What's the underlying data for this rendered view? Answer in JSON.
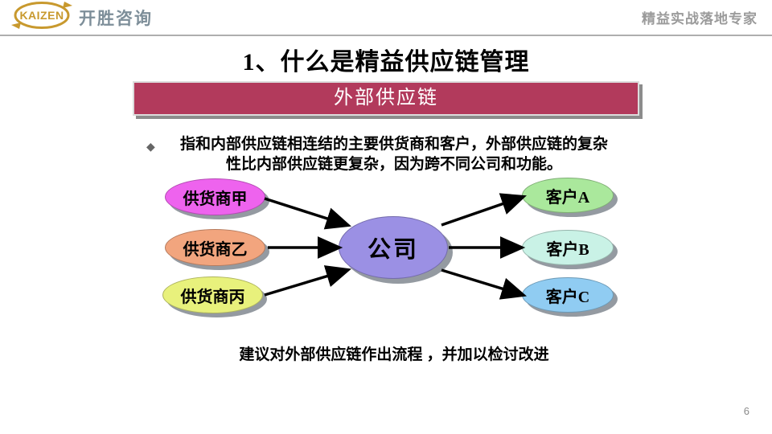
{
  "header": {
    "logo_text": "KAIZEN",
    "company_name": "开胜咨询",
    "tagline": "精益实战落地专家"
  },
  "slide": {
    "title": "1、什么是精益供应链管理",
    "banner": "外部供应链",
    "bullet": {
      "marker": "◆",
      "line1": "指和内部供应链相连结的主要供货商和客户，外部供应链的复杂",
      "line2": "性比内部供应链更复杂，因为跨不同公司和功能。"
    },
    "footer_note": "建议对外部供应链作出流程 ，并加以检讨改进",
    "page_number": "6"
  },
  "diagram": {
    "suppliers": [
      {
        "label": "供货商甲",
        "color": "#ee63ee"
      },
      {
        "label": "供货商乙",
        "color": "#f2a57e"
      },
      {
        "label": "供货商丙",
        "color": "#e8f17c"
      }
    ],
    "center": {
      "label": "公司",
      "color": "#9b90e4"
    },
    "customers": [
      {
        "label": "客户A",
        "color": "#aae89c"
      },
      {
        "label": "客户B",
        "color": "#c9f2e6"
      },
      {
        "label": "客户C",
        "color": "#90ccf2"
      }
    ]
  },
  "colors": {
    "banner_bg": "#b23a5c",
    "logo_gold": "#c8992e"
  }
}
